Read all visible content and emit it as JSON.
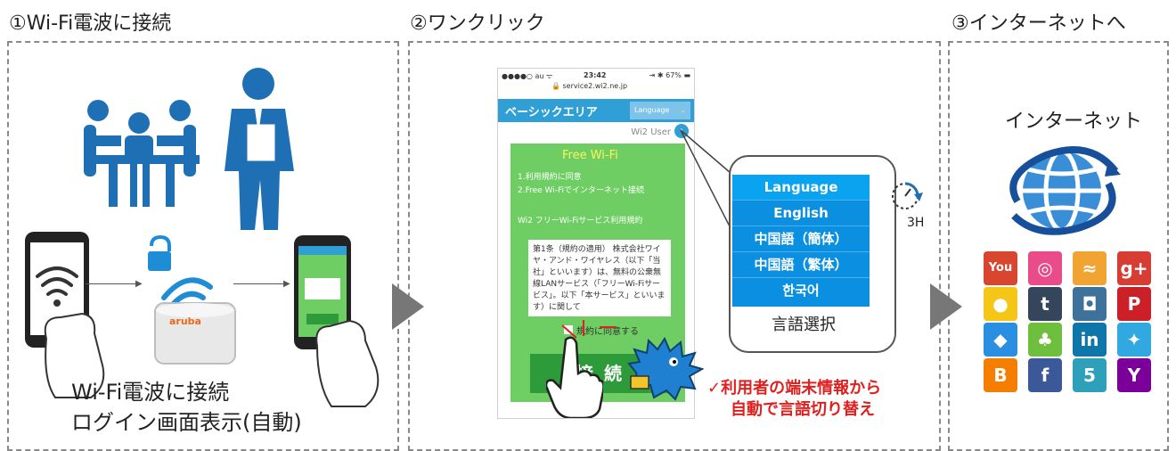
{
  "step1": {
    "title": "①Wi-Fi電波に接続",
    "caption_line1": "Wi-Fi電波に接続",
    "caption_line2": "ログイン画面表示(自動)",
    "ap_brand": "aruba"
  },
  "step2": {
    "title": "②ワンクリック",
    "phone": {
      "status_left": "●●●●○ au ᯤ",
      "time": "23:42",
      "status_right": "⇥ ✱ 67% ▬",
      "url": "🔒 service2.wi2.ne.jp",
      "nav_title": "ベーシックエリア",
      "language_button": "Language",
      "user_label": "Wi2 User",
      "free_wifi": "Free Wi-Fi",
      "step_line1": "1.利用規約に同意",
      "step_line2": "2.Free Wi-Fiでインターネット接続",
      "terms_heading": "Wi2 フリーWi-Fiサービス利用規約",
      "terms_text": "第1条（規約の適用）\n株式会社ワイヤ・アンド・ワイヤレス（以下「当社」といいます）は、無料の公衆無線LANサービス（「フリーWi-Fiサービス」。以下「本サービス」といいます）に関して",
      "agree_label": "規約に同意する",
      "connect_label": "接続"
    },
    "language_menu": [
      "Language",
      "English",
      "中国語（簡体）",
      "中国語（繁体）",
      "한국어"
    ],
    "bubble_caption": "言語選択",
    "timer_label": "3H",
    "note_line1": "✓利用者の端末情報から",
    "note_line2": "自動で言語切り替え"
  },
  "step3": {
    "title": "③インターネットへ",
    "internet_label": "インターネット",
    "sns_icons": [
      {
        "name": "youtube-icon",
        "glyph": "You",
        "color": "#d9462f"
      },
      {
        "name": "dribbble-icon",
        "glyph": "◎",
        "color": "#ea4c89"
      },
      {
        "name": "rss-icon",
        "glyph": "≈",
        "color": "#f2a432"
      },
      {
        "name": "google-plus-icon",
        "glyph": "g+",
        "color": "#d73d32"
      },
      {
        "name": "chat-icon",
        "glyph": "●",
        "color": "#f5c518"
      },
      {
        "name": "tumblr-icon",
        "glyph": "t",
        "color": "#35465c"
      },
      {
        "name": "instagram-icon",
        "glyph": "◘",
        "color": "#3f729b"
      },
      {
        "name": "pinterest-icon",
        "glyph": "P",
        "color": "#cb2027"
      },
      {
        "name": "dropbox-icon",
        "glyph": "◆",
        "color": "#2a8fe0"
      },
      {
        "name": "evernote-icon",
        "glyph": "♣",
        "color": "#6fbf3e"
      },
      {
        "name": "linkedin-icon",
        "glyph": "in",
        "color": "#0e76a8"
      },
      {
        "name": "twitter-icon",
        "glyph": "✦",
        "color": "#31a8e0"
      },
      {
        "name": "blogger-icon",
        "glyph": "B",
        "color": "#f57d00"
      },
      {
        "name": "facebook-icon",
        "glyph": "f",
        "color": "#3b5998"
      },
      {
        "name": "html5-icon",
        "glyph": "5",
        "color": "#2fa0b9"
      },
      {
        "name": "yahoo-icon",
        "glyph": "Y",
        "color": "#7b0099"
      }
    ]
  }
}
